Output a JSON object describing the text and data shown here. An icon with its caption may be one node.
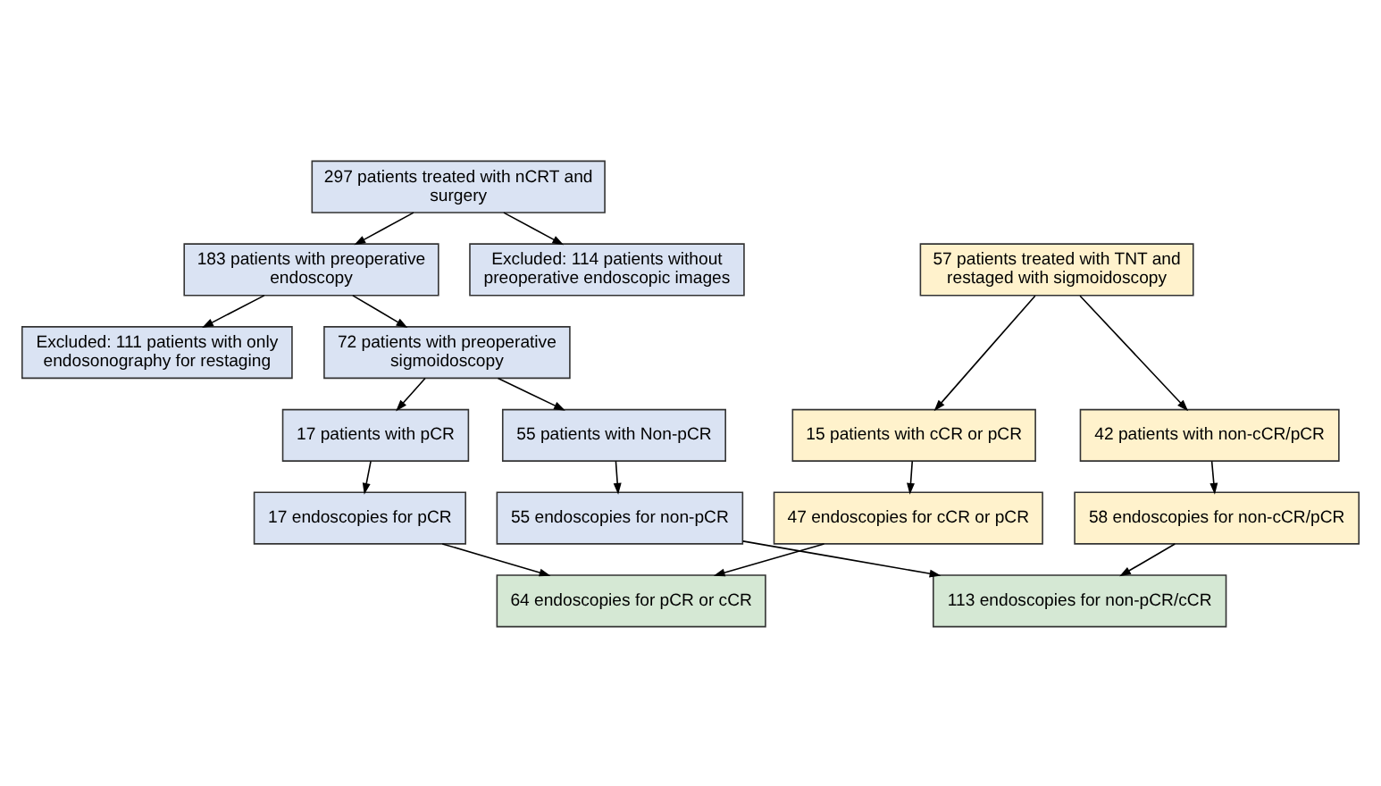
{
  "diagram": {
    "nodes": [
      {
        "text": [
          "297 patients treated with nCRT and surgery"
        ]
      },
      {
        "text": [
          "Excluded: 114 patients without preoperative endoscopic images"
        ]
      },
      {
        "text": [
          "183 patients with preoperative endoscopy"
        ]
      },
      {
        "text": [
          "Excluded: 111 patients with only endosonography for restaging"
        ]
      },
      {
        "text": [
          "72 patients with preoperative sigmoidoscopy"
        ]
      },
      {
        "text": [
          "17 patients with pCR"
        ]
      },
      {
        "text": [
          "55 patients with Non-pCR"
        ]
      },
      {
        "text": [
          "17 endoscopies for pCR"
        ]
      },
      {
        "text": [
          "55 endoscopies for non-pCR"
        ]
      },
      {
        "text": [
          "64 endoscopies for pCR or cCR"
        ]
      },
      {
        "text": [
          "57 patients treated with TNT and restaged with sigmoidoscopy"
        ]
      },
      {
        "text": [
          "15 patients with cCR or pCR"
        ]
      },
      {
        "text": [
          "42 patients with non-cCR/pCR"
        ]
      },
      {
        "text": [
          "47 endoscopies for cCR or pCR"
        ]
      },
      {
        "text": [
          "58 endoscopies for non-cCR/pCR"
        ]
      },
      {
        "text": [
          "113 endoscopies for non-pCR/cCR"
        ]
      }
    ],
    "edges": [
      {
        "from": 0,
        "to": 2,
        "arrow": "to"
      },
      {
        "from": 0,
        "to": 1,
        "arrow": "to"
      },
      {
        "from": 2,
        "to": 4,
        "arrow": "to"
      },
      {
        "from": 2,
        "to": 3,
        "arrow": "to"
      },
      {
        "from": 4,
        "to": 5,
        "arrow": "to"
      },
      {
        "from": 4,
        "to": 6,
        "arrow": "to"
      },
      {
        "from": 5,
        "to": 7,
        "arrow": "to"
      },
      {
        "from": 6,
        "to": 8,
        "arrow": "to"
      },
      {
        "from": 7,
        "to": 9,
        "arrow": "to"
      },
      {
        "from": 8,
        "to": 15,
        "arrow": "to"
      },
      {
        "from": 10,
        "to": 11,
        "arrow": "to"
      },
      {
        "from": 10,
        "to": 12,
        "arrow": "to"
      },
      {
        "from": 11,
        "to": 13,
        "arrow": "to"
      },
      {
        "from": 12,
        "to": 14,
        "arrow": "to"
      },
      {
        "from": 13,
        "to": 9,
        "arrow": "to"
      },
      {
        "from": 14,
        "to": 15,
        "arrow": "to"
      }
    ]
  }
}
